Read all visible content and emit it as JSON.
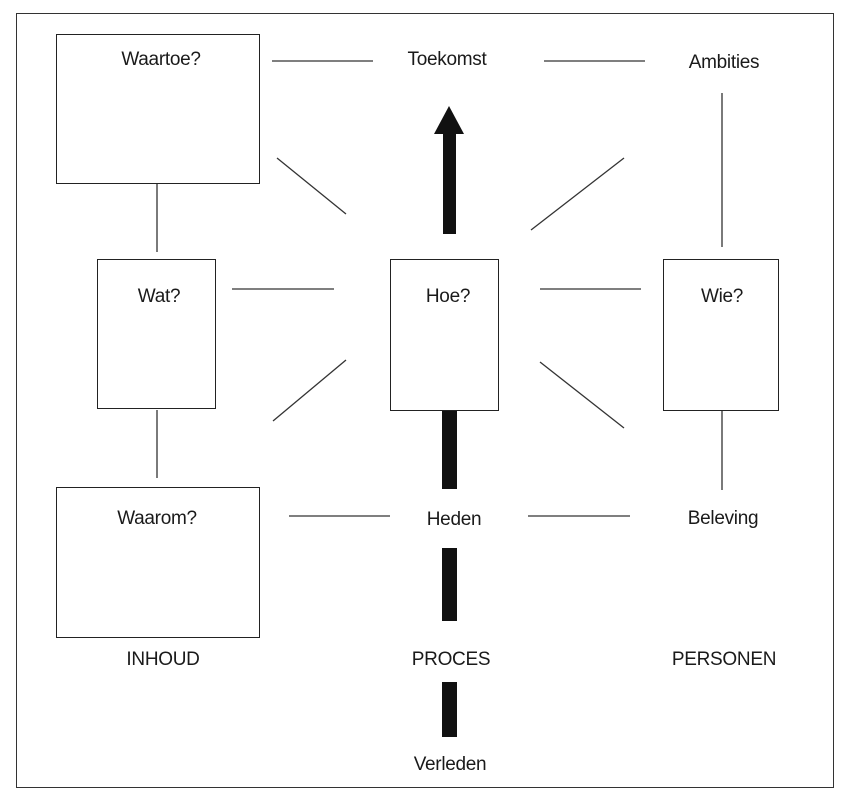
{
  "boxes": {
    "waartoe": "Waartoe?",
    "wat": "Wat?",
    "waarom": "Waarom?",
    "hoe": "Hoe?",
    "wie": "Wie?"
  },
  "labels": {
    "toekomst": "Toekomst",
    "ambities": "Ambities",
    "heden": "Heden",
    "beleving": "Beleving",
    "verleden": "Verleden"
  },
  "columns": {
    "inhoud": "INHOUD",
    "proces": "PROCES",
    "personen": "PERSONEN"
  }
}
